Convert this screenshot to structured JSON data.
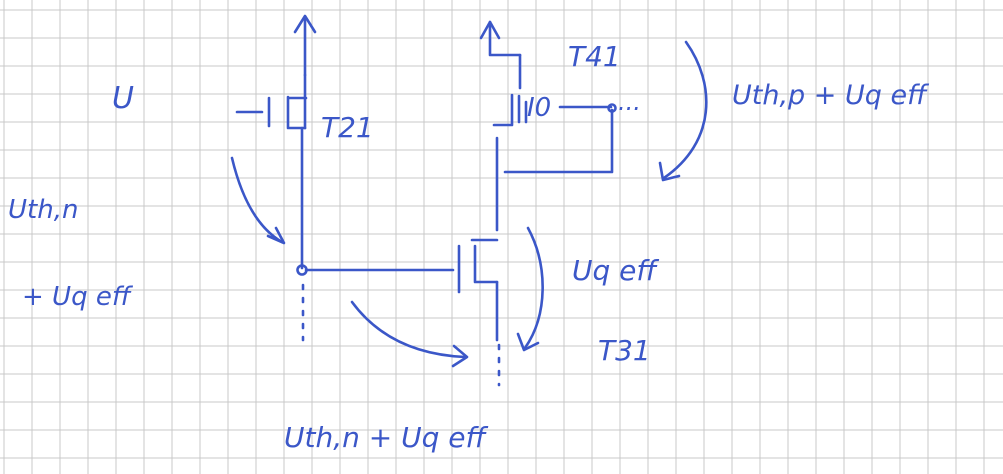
{
  "labels": {
    "u_in": "U",
    "t21": "T21",
    "t41": "T41",
    "i0": "I0",
    "dots": "...",
    "uth_p": "Uth,p + Uq eff",
    "uth_n_line1": "Uth,n",
    "uth_n_line2": "+ Uq eff",
    "uq_eff": "Uq eff",
    "t31": "T31",
    "bottom": "Uth,n + Uq eff"
  },
  "colors": {
    "ink": "#3b57c8",
    "grid": "#c9c9c9",
    "paper": "#ffffff"
  }
}
